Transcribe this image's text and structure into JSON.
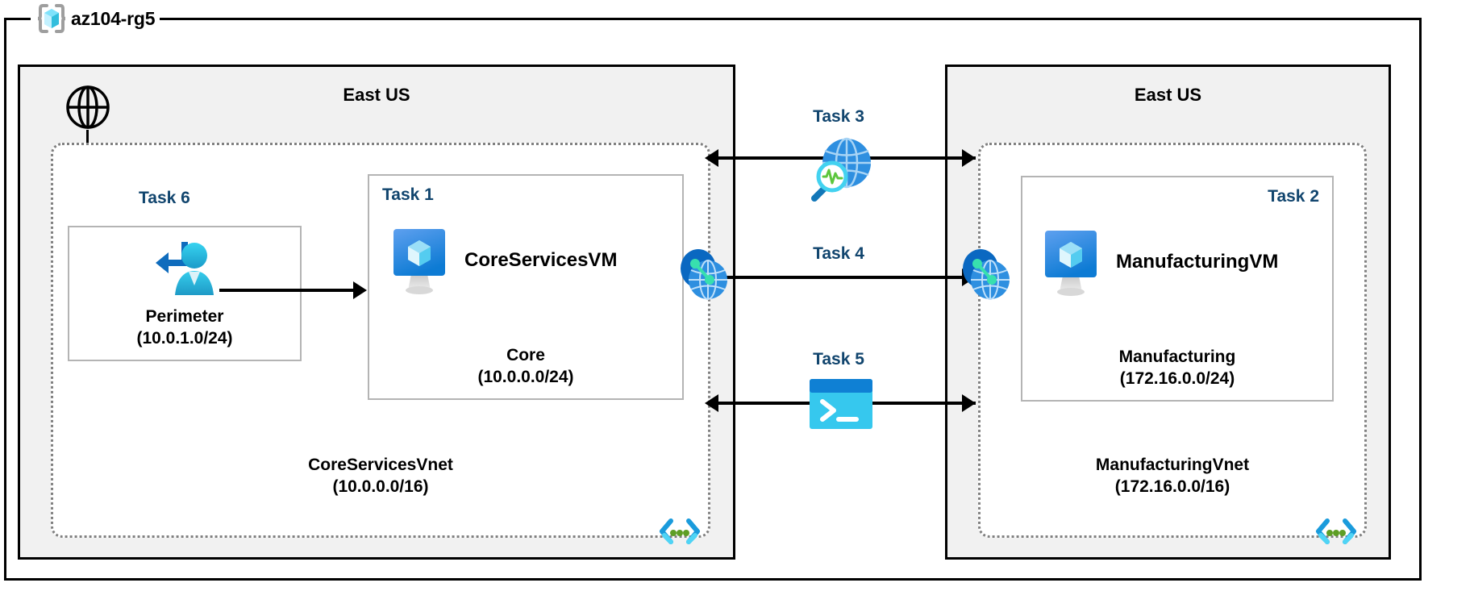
{
  "resource_group": {
    "name": "az104-rg5",
    "icon": "azure-resource-group-icon"
  },
  "regions": [
    {
      "id": "left",
      "title": "East US"
    },
    {
      "id": "right",
      "title": "East US"
    }
  ],
  "vnets": [
    {
      "id": "coreservices",
      "name": "CoreServicesVnet",
      "cidr": "(10.0.0.0/16)",
      "code_icon": "code-brackets-icon"
    },
    {
      "id": "manufacturing",
      "name": "ManufacturingVnet",
      "cidr": "(172.16.0.0/16)",
      "code_icon": "code-brackets-icon"
    }
  ],
  "subnets": [
    {
      "id": "perimeter",
      "task": "Task 6",
      "name": "Perimeter",
      "cidr": "(10.0.1.0/24)",
      "icon": "bastion-user-icon"
    },
    {
      "id": "core",
      "task": "Task 1",
      "name": "Core",
      "cidr": "(10.0.0.0/24)",
      "vm_name": "CoreServicesVM",
      "vm_icon": "virtual-machine-icon"
    },
    {
      "id": "manufacturing",
      "task": "Task 2",
      "name": "Manufacturing",
      "cidr": "(172.16.0.0/24)",
      "vm_name": "ManufacturingVM",
      "vm_icon": "virtual-machine-icon"
    }
  ],
  "connections": [
    {
      "id": "task3",
      "label": "Task 3",
      "icon": "network-watcher-icon"
    },
    {
      "id": "task4",
      "label": "Task 4",
      "icon": "cloud-shell-icon"
    },
    {
      "id": "task5",
      "label": "Task 5",
      "icon": "cloud-shell-icon"
    }
  ],
  "peering_icons": [
    {
      "id": "peering-left",
      "icon": "vnet-peering-icon"
    },
    {
      "id": "peering-right",
      "icon": "vnet-peering-icon"
    }
  ],
  "internet": {
    "icon": "internet-globe-icon"
  },
  "colors": {
    "task_label": "#11456E",
    "region_fill": "#F1F1F1",
    "vnet_border": "#808080",
    "subnet_border": "#B4B4B4",
    "azure_blue": "#0078D4",
    "cyan": "#32BEDD",
    "green": "#5E9E25"
  }
}
